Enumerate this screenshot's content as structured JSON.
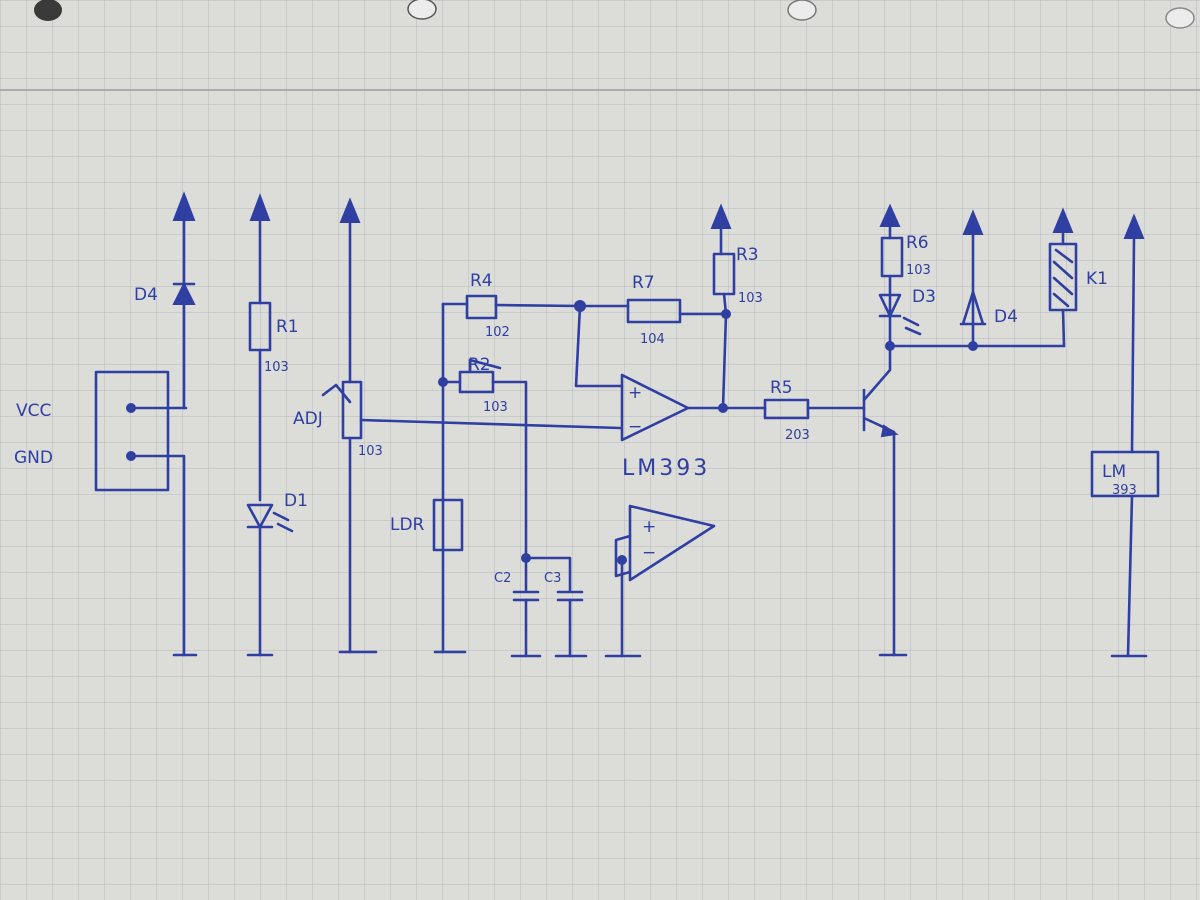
{
  "labels": {
    "vcc": "VCC",
    "gnd": "GND",
    "d4_left": "D4",
    "r1": "R1",
    "r1_val": "103",
    "d1": "D1",
    "adj": "ADJ",
    "pot_val": "103",
    "r4": "R4",
    "r4_val": "102",
    "r2": "R2",
    "r2_val": "103",
    "ldr": "LDR",
    "c2": "C2",
    "c3": "C3",
    "r7": "R7",
    "r7_val": "104",
    "r3": "R3",
    "r3_val": "103",
    "opamp_name": "LM393",
    "r5": "R5",
    "r5_val": "203",
    "r6": "R6",
    "r6_val": "103",
    "d3": "D3",
    "d4_right": "D4",
    "k1": "K1",
    "ic_top": "LM",
    "ic_bottom": "393",
    "plus": "+",
    "minus": "−",
    "plus2": "+",
    "minus2": "−"
  }
}
